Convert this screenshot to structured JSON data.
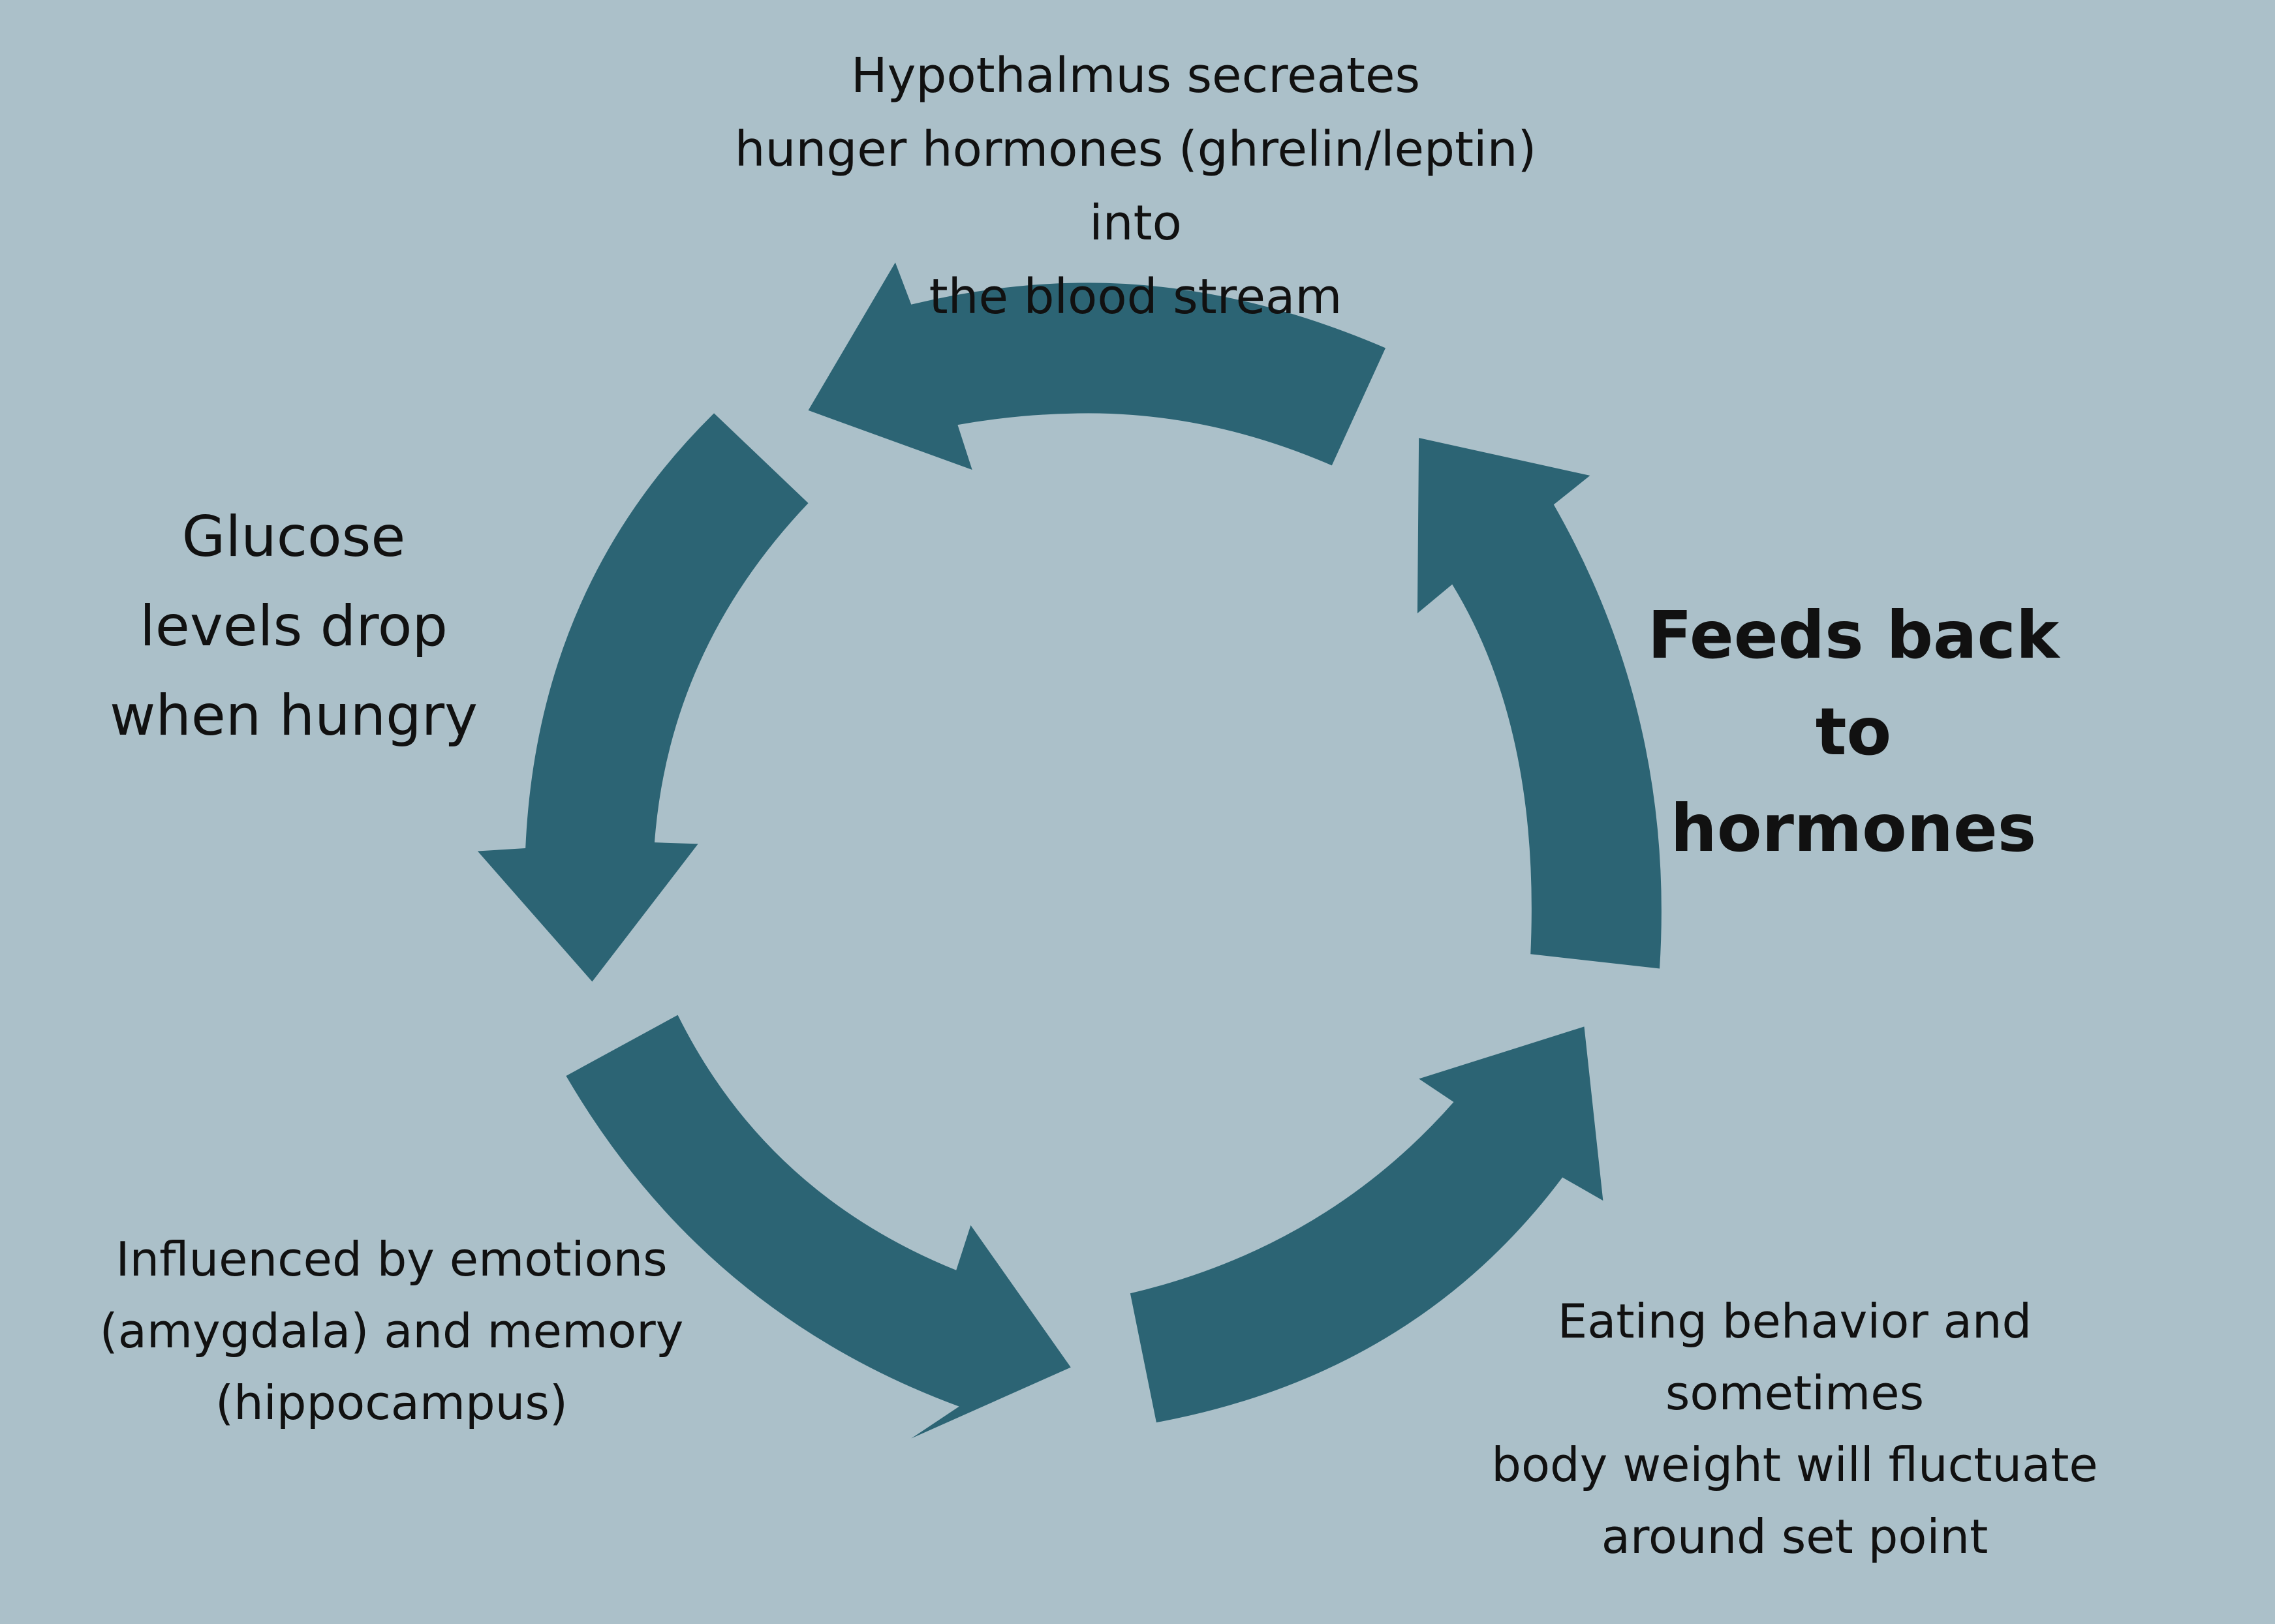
{
  "colors": {
    "background": "#abc0c9",
    "arrow": "#2c6474",
    "text": "#111111"
  },
  "diagram": {
    "type": "cycle",
    "arrow_direction": "clockwise",
    "labels": {
      "top": "Hypothalmus secreates\nhunger hormones (ghrelin/leptin)  into\nthe blood stream",
      "left": "Glucose\nlevels drop\nwhen hungry",
      "right": "Feeds back to\nhormones",
      "bottom_left": "Influenced by emotions\n(amygdala) and memory\n(hippocampus)",
      "bottom_right": "Eating behavior and sometimes\nbody weight will fluctuate\naround set point"
    }
  }
}
